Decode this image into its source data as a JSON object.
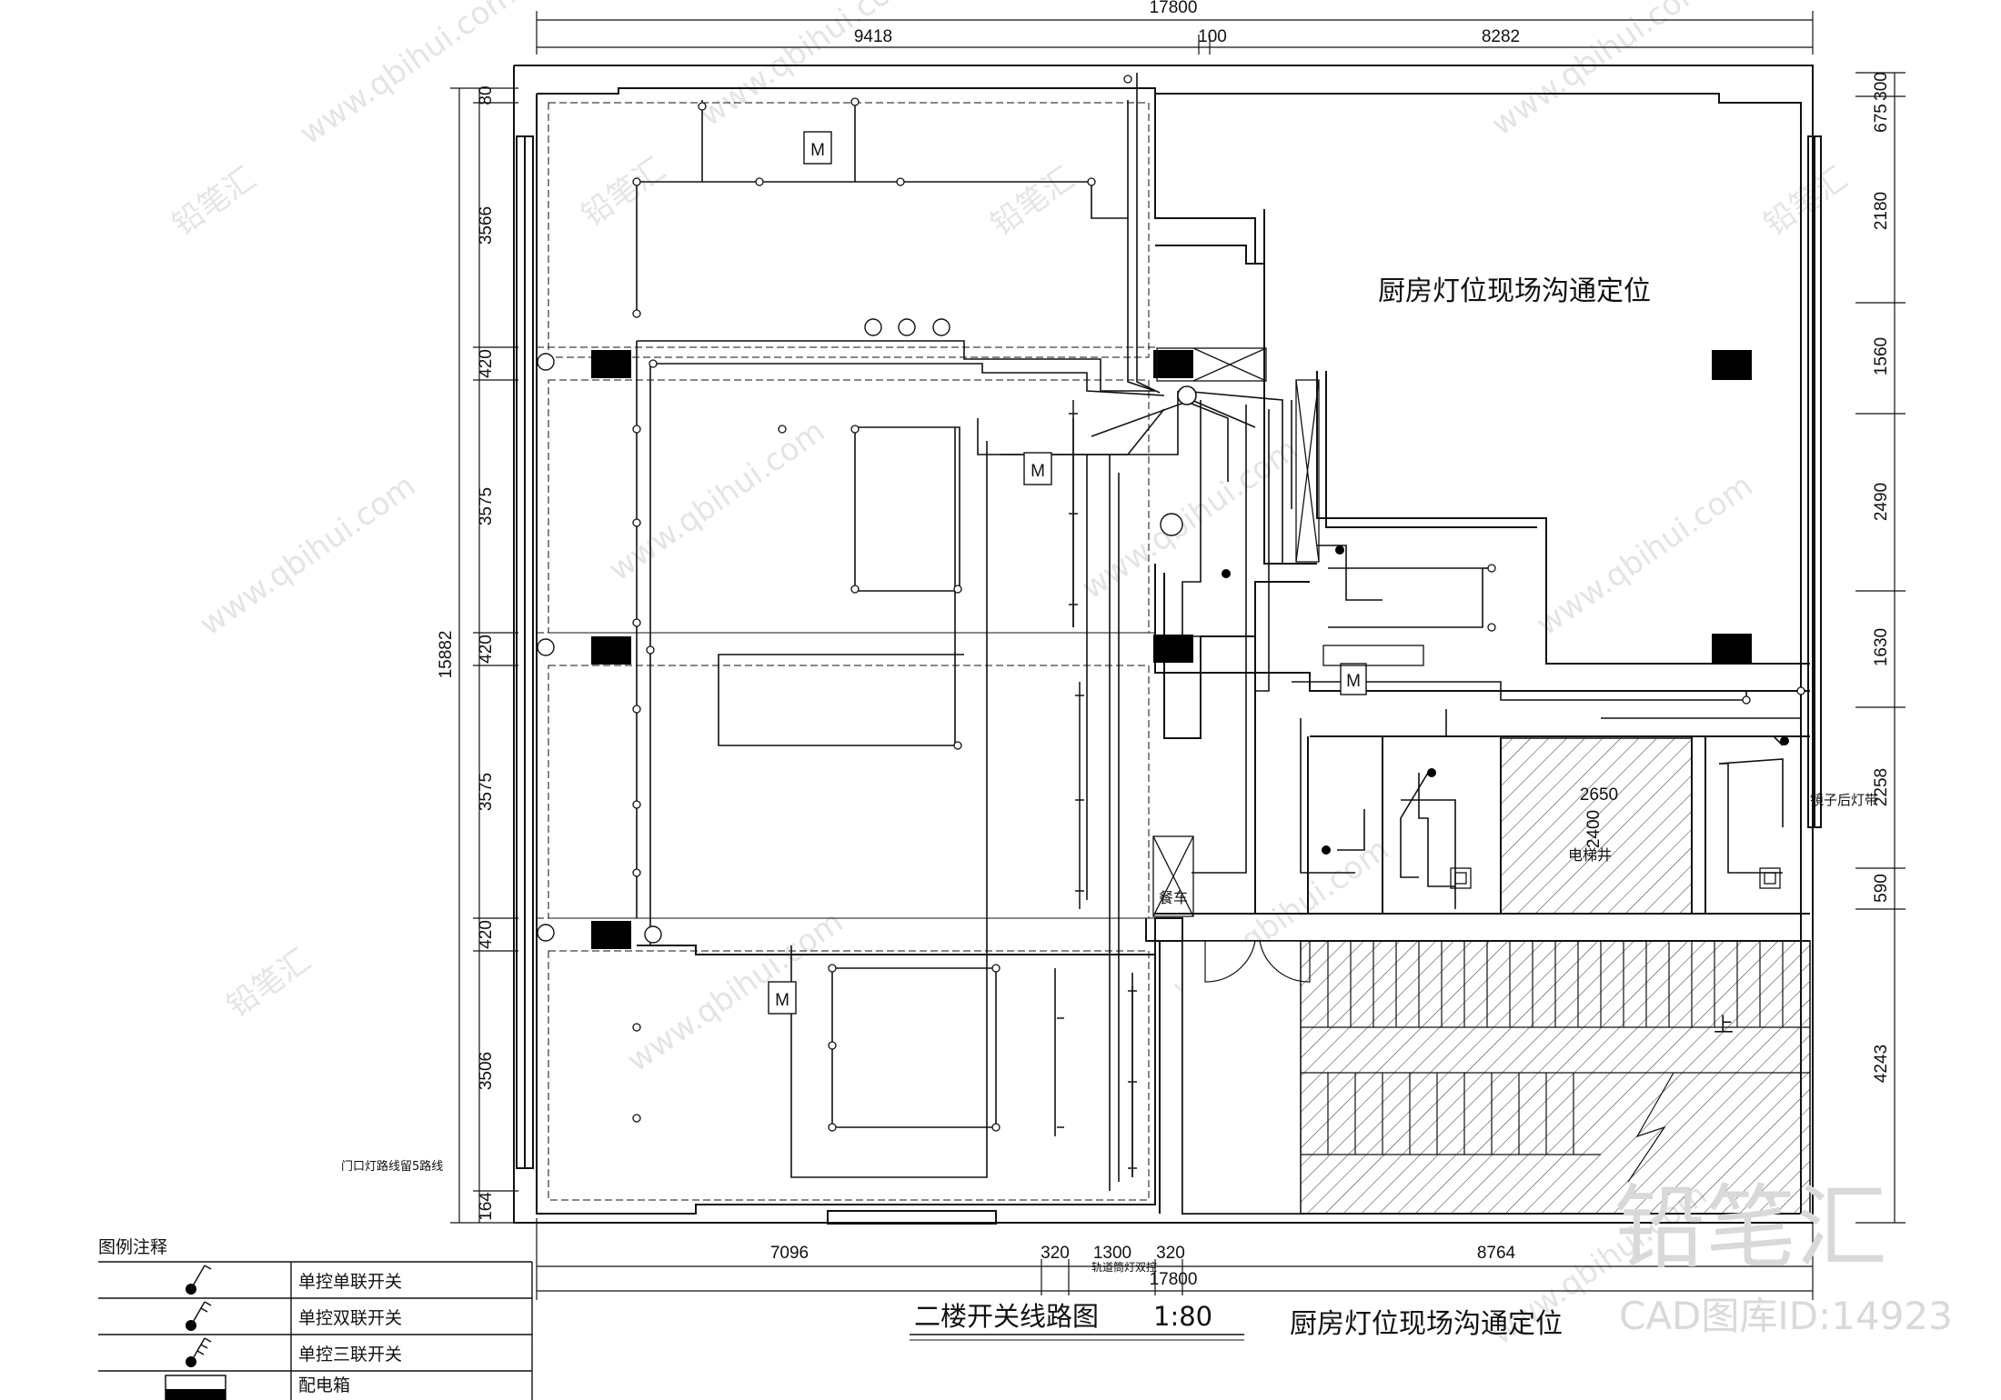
{
  "dimensions": {
    "top_total": "17800",
    "top_left": "9418",
    "top_mid": "100",
    "top_right": "8282",
    "left_total": "15882",
    "left_segments": [
      "80",
      "3566",
      "420",
      "3575",
      "420",
      "3575",
      "420",
      "3506",
      "164"
    ],
    "right_segments": [
      "675",
      "2180",
      "1560",
      "2490",
      "1630",
      "2258",
      "590",
      "4243"
    ],
    "right_top_extra": "300",
    "bottom_segments": [
      "7096",
      "320",
      "1300",
      "320",
      "8764"
    ],
    "bottom_total": "17800"
  },
  "labels": {
    "kitchen_note": "厨房灯位现场沟通定位",
    "kitchen_note_bottom": "厨房灯位现场沟通定位",
    "elevator_shaft": "电梯井",
    "elevator_w": "2650",
    "elevator_h": "2400",
    "dining_car": "餐车",
    "stairs_up": "上",
    "mirror_light": "镜子后灯带",
    "door_light_note": "门口灯路线留5路线",
    "track_light_note": "轨道筒灯双控",
    "motor_symbol": "M"
  },
  "title": {
    "text": "二楼开关线路图",
    "scale": "1:80"
  },
  "legend": {
    "heading": "图例注释",
    "items": [
      {
        "label": "单控单联开关",
        "icon": "single-gang-switch-icon"
      },
      {
        "label": "单控双联开关",
        "icon": "double-gang-switch-icon"
      },
      {
        "label": "单控三联开关",
        "icon": "triple-gang-switch-icon"
      },
      {
        "label": "配电箱",
        "icon": "distribution-box-icon"
      }
    ]
  },
  "watermark": {
    "brand": "铅笔汇",
    "site": "www.qbihui.com",
    "id_line": "CAD图库ID:14923"
  }
}
